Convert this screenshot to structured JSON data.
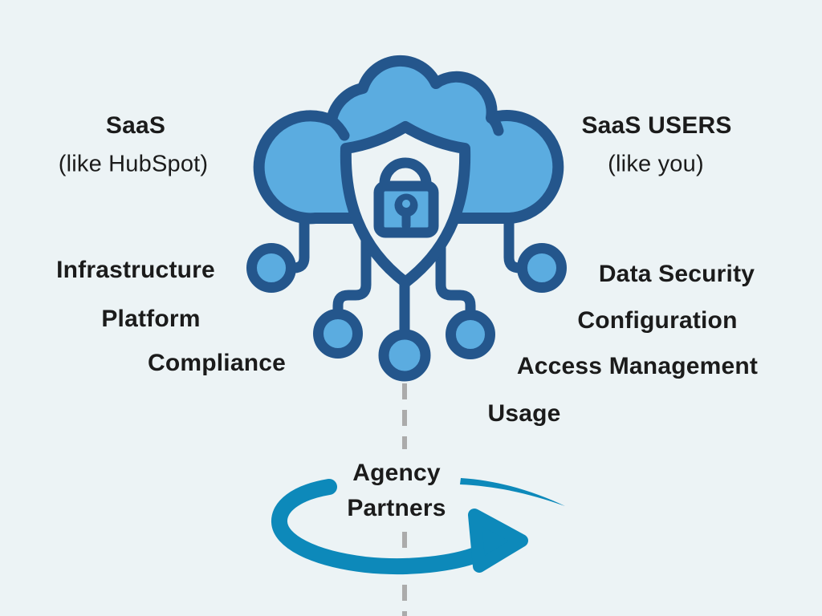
{
  "colors": {
    "background": "#ECF3F5",
    "outline_dark_blue": "#24568C",
    "fill_light_blue": "#5BACE0",
    "arrow_teal": "#0D89BA",
    "dash_gray": "#ABABAB",
    "text": "#1B1B1B"
  },
  "diagram": {
    "left_heading": {
      "title": "SaaS",
      "subtitle": "(like HubSpot)"
    },
    "right_heading": {
      "title": "SaaS USERS",
      "subtitle": "(like you)"
    },
    "saas_responsibilities": [
      {
        "label": "Infrastructure"
      },
      {
        "label": "Platform"
      },
      {
        "label": "Compliance"
      }
    ],
    "user_responsibilities": [
      {
        "label": "Data Security"
      },
      {
        "label": "Configuration"
      },
      {
        "label": "Access Management"
      },
      {
        "label": "Usage"
      }
    ],
    "bridge_label": {
      "line1": "Agency",
      "line2": "Partners"
    },
    "icons": [
      "cloud-icon",
      "shield-lock-icon",
      "network-node-icons",
      "circular-arrow-icon",
      "dashed-divider-line"
    ]
  }
}
